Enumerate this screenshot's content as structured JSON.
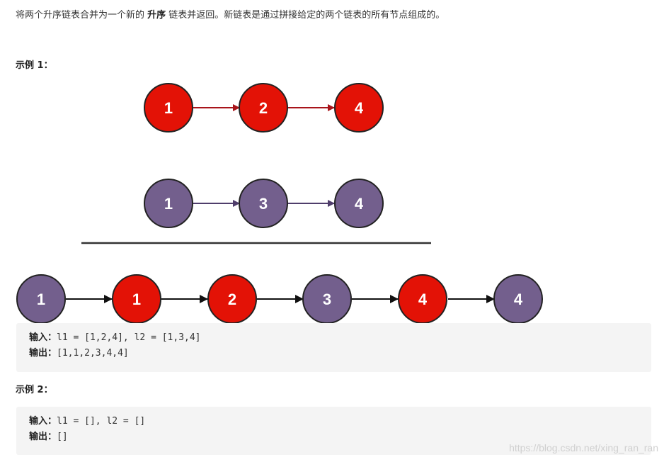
{
  "description": {
    "prefix": "将两个升序链表合并为一个新的 ",
    "emphasis": "升序",
    "suffix": " 链表并返回。新链表是通过拼接给定的两个链表的所有节点组成的。"
  },
  "example1": {
    "title": "示例 1：",
    "list1": [
      "1",
      "2",
      "4"
    ],
    "list2": [
      "1",
      "3",
      "4"
    ],
    "merged": [
      "1",
      "1",
      "2",
      "3",
      "4",
      "4"
    ],
    "input_label": "输入：",
    "input_value": "l1 = [1,2,4], l2 = [1,3,4]",
    "output_label": "输出：",
    "output_value": "[1,1,2,3,4,4]"
  },
  "example2": {
    "title": "示例 2：",
    "input_label": "输入：",
    "input_value": "l1 = [], l2 = []",
    "output_label": "输出：",
    "output_value": "[]"
  },
  "colors": {
    "red_node": "#e31206",
    "purple_node": "#735f8d",
    "red_arrow": "#a8141a",
    "purple_arrow": "#4f3d6b",
    "black_arrow": "#111111",
    "divider": "#333333"
  },
  "watermark": "https://blog.csdn.net/xing_ran_ran"
}
